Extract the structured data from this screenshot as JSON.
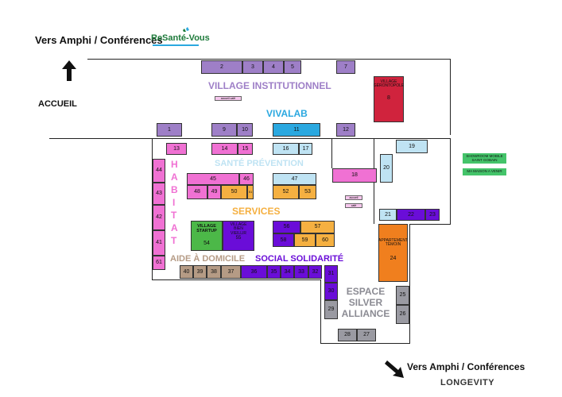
{
  "top_label": "Vers Amphi / Conférences",
  "bottom_label": "Vers Amphi / Conférences",
  "accueil_label": "ACCUEIL",
  "logo_top": "ReSanté-Vous",
  "logo_bottom": "LONGEVITY",
  "zones": {
    "village_institutionnel": "VILLAGE INSTITUTIONNEL",
    "vivalab": "VIVALAB",
    "sante_prevention": "SANTÉ PRÉVENTION",
    "services": "SERVICES",
    "habitat": [
      "H",
      "A",
      "B",
      "I",
      "T",
      "A",
      "T"
    ],
    "aide_domicile": "AIDE À DOMICILE",
    "social_solidarite": "SOCIAL SOLIDARITÉ",
    "espace_silver": [
      "ESPACE",
      "SILVER",
      "ALLIANCE"
    ]
  },
  "small_tags": {
    "accueil_cafe": "accueil café",
    "accueil": "accueil",
    "cafe": "café"
  },
  "side_labels": {
    "showroom": "SHOWROOM MOBILE SAINT GOBAIN",
    "maison": "MA MAISON A VENIR"
  },
  "colors": {
    "institutionnel": "#9e7fc7",
    "vivalab": "#2aa8e0",
    "sante": "#bfe3f3",
    "services": "#f5b041",
    "habitat": "#f071d3",
    "aide": "#b59b85",
    "social": "#6a0dd8",
    "gerontopole": "#d0233d",
    "appartement": "#f07f1e",
    "startup": "#4cb848",
    "silver": "#9a9aa2",
    "side": "#44c46a"
  },
  "booths": {
    "b2": "2",
    "b3": "3",
    "b4": "4",
    "b5": "5",
    "b7": "7",
    "b8": [
      "VILLAGE",
      "GÉRONTOPOLE",
      "8"
    ],
    "b1": "1",
    "b9": "9",
    "b10": "10",
    "b11": "11",
    "b12": "12",
    "b13": "13",
    "b14": "14",
    "b15": "15",
    "b16": "16",
    "b17": "17",
    "b19": "19",
    "b20": "20",
    "b18": "18",
    "b44": "44",
    "b43": "43",
    "b42": "42",
    "b41": "41",
    "b61": "61",
    "b45": "45",
    "b46": "46",
    "b47": "47",
    "b48": "48",
    "b49": "49",
    "b50": "50",
    "b51": "51",
    "b52": "52",
    "b53": "53",
    "b21": "21",
    "b22": "22",
    "b23": "23",
    "b24": [
      "APPARTEMENT",
      "TÉMOIN",
      "24"
    ],
    "b54": [
      "VILLAGE",
      "STARTUP",
      "54"
    ],
    "b55": [
      "VILLAGE",
      "BIEN",
      "VIEILLIR",
      "55"
    ],
    "b56": "56",
    "b57": "57",
    "b58": "58",
    "b59": "59",
    "b60": "60",
    "b40": "40",
    "b39": "39",
    "b38": "38",
    "b37": "37",
    "b36": "36",
    "b35": "35",
    "b34": "34",
    "b33": "33",
    "b32": "32",
    "b31": "31",
    "b30": "30",
    "b29": "29",
    "b25": "25",
    "b26": "26",
    "b28": "28",
    "b27": "27"
  }
}
